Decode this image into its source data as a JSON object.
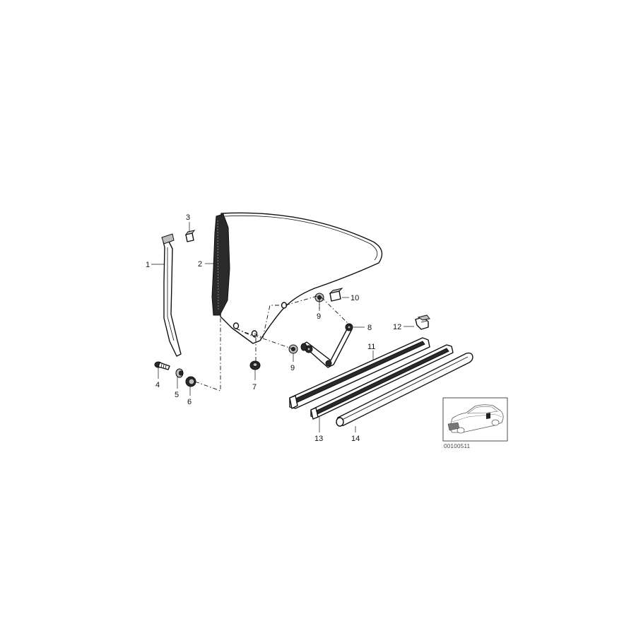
{
  "diagram": {
    "callouts": {
      "c1": "1",
      "c2": "2",
      "c3": "3",
      "c4": "4",
      "c5": "5",
      "c6": "6",
      "c7": "7",
      "c8": "8",
      "c9a": "9",
      "c9b": "9",
      "c10": "10",
      "c11": "11",
      "c12": "12",
      "c13": "13",
      "c14": "14"
    },
    "reference_code": "00100511"
  }
}
